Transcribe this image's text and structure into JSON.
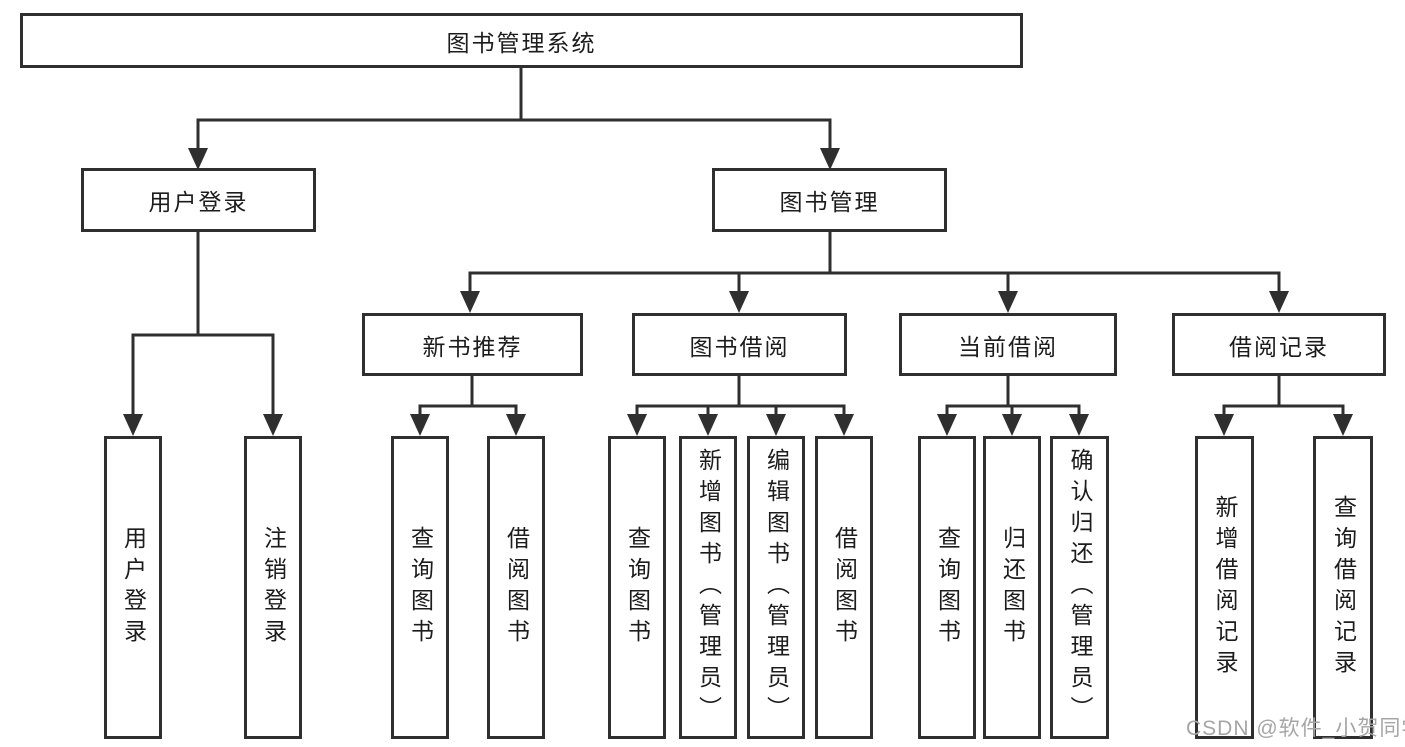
{
  "diagram_type": "hierarchy-tree",
  "colors": {
    "line": "#2f2f2f",
    "box_border": "#2f2f2f",
    "text": "#1c1c1c",
    "watermark": "#a6a6a6",
    "background": "#ffffff"
  },
  "watermark": "CSDN @软件_小贺同学",
  "nodes": {
    "root": {
      "label": "图书管理系统"
    },
    "level2": [
      {
        "id": "user-login",
        "label": "用户登录"
      },
      {
        "id": "book-management",
        "label": "图书管理"
      }
    ],
    "level3": [
      {
        "id": "new-book-recommendation",
        "label": "新书推荐",
        "parent": "book-management"
      },
      {
        "id": "book-borrowing",
        "label": "图书借阅",
        "parent": "book-management"
      },
      {
        "id": "current-borrowing",
        "label": "当前借阅",
        "parent": "book-management"
      },
      {
        "id": "borrowing-records",
        "label": "借阅记录",
        "parent": "book-management"
      }
    ],
    "leaves": [
      {
        "parent": "user-login",
        "label": "用户登录"
      },
      {
        "parent": "user-login",
        "label": "注销登录"
      },
      {
        "parent": "new-book-recommendation",
        "label": "查询图书"
      },
      {
        "parent": "new-book-recommendation",
        "label": "借阅图书"
      },
      {
        "parent": "book-borrowing",
        "label": "查询图书"
      },
      {
        "parent": "book-borrowing",
        "label": "新增图书（管理员）"
      },
      {
        "parent": "book-borrowing",
        "label": "编辑图书（管理员）"
      },
      {
        "parent": "book-borrowing",
        "label": "借阅图书"
      },
      {
        "parent": "current-borrowing",
        "label": "查询图书"
      },
      {
        "parent": "current-borrowing",
        "label": "归还图书"
      },
      {
        "parent": "current-borrowing",
        "label": "确认归还（管理员）"
      },
      {
        "parent": "borrowing-records",
        "label": "新增借阅记录"
      },
      {
        "parent": "borrowing-records",
        "label": "查询借阅记录"
      }
    ]
  }
}
